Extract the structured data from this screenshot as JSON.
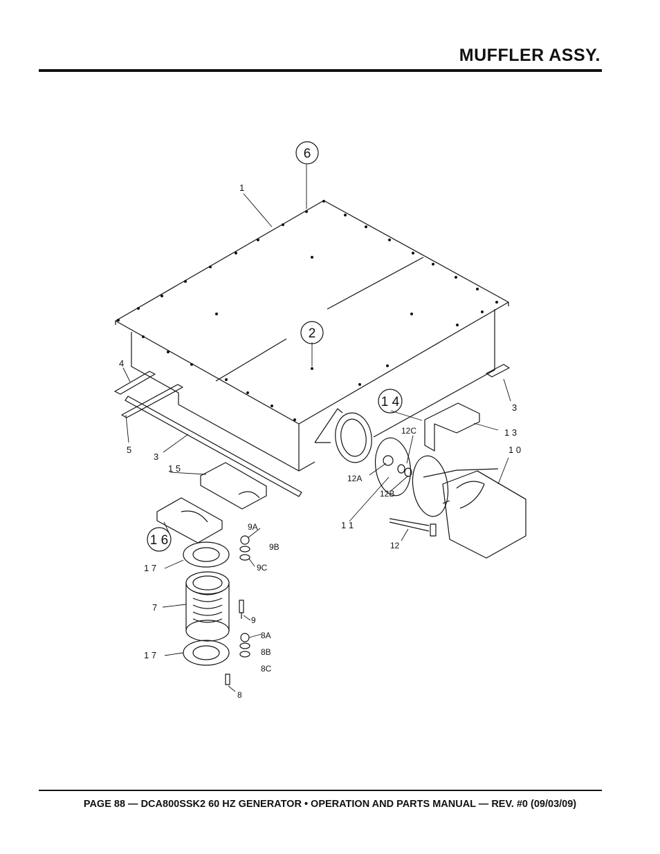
{
  "header": {
    "title": "MUFFLER ASSY."
  },
  "footer": {
    "text": "PAGE 88 — DCA800SSK2 60 HZ GENERATOR • OPERATION AND PARTS MANUAL — REV. #0 (09/03/09)"
  },
  "callouts": {
    "c6": "6",
    "c2": "2",
    "c14": "1 4",
    "c16": "1 6",
    "l1": "1",
    "l4": "4",
    "l5": "5",
    "l3a": "3",
    "l3b": "3",
    "l13": "1 3",
    "l10": "1 0",
    "l15": "1 5",
    "l12C": "12C",
    "l12A": "12A",
    "l12B": "12B",
    "l11": "1 1",
    "l12": "12",
    "l9A": "9A",
    "l9B": "9B",
    "l9C": "9C",
    "l9": "9",
    "l17a": "1 7",
    "l7": "7",
    "l17b": "1 7",
    "l8A": "8A",
    "l8B": "8B",
    "l8C": "8C",
    "l8": "8"
  }
}
